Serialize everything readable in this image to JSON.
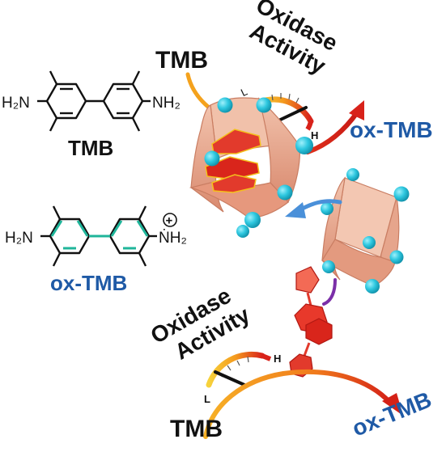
{
  "labels": {
    "tmb_top": "TMB",
    "tmb_molecule_name": "TMB",
    "oxtmb_molecule_name": "ox-TMB",
    "oxtmb_right": "ox-TMB",
    "oxtmb_bottom": "ox-TMB",
    "tmb_bottom": "TMB",
    "oxidase_top_line1": "Oxidase",
    "oxidase_top_line2": "Activity",
    "oxidase_bottom_line1": "Oxidase",
    "oxidase_bottom_line2": "Activity"
  },
  "molecule_tmb": {
    "left_group": "H₂N",
    "right_group": "NH₂"
  },
  "molecule_oxtmb": {
    "left_group": "H₂N",
    "right_group": "ṄH₂",
    "charge": "+"
  },
  "gauges": {
    "top": {
      "low": "L",
      "high": "H",
      "level": 0.85
    },
    "bottom": {
      "low": "L",
      "high": "H",
      "level": 0.2
    }
  },
  "colors": {
    "black": "#111111",
    "blue_text": "#1f5aa6",
    "nitrogen_blue": "#1c3fd6",
    "teal_ring": "#1fb59a",
    "cage_salmon": "#e9a58c",
    "node_cyan": "#27c3dc",
    "arrow_red": "#d8221a",
    "arrow_orange": "#f4a21d",
    "arrow_blue": "#4a90d9",
    "arrow_purple": "#7b2fa8",
    "guest_red": "#e23a2c"
  }
}
